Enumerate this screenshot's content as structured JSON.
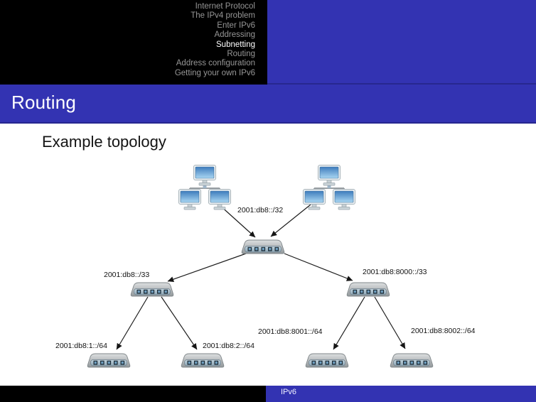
{
  "colors": {
    "accent_blue": "#3333b2",
    "header_black": "#000000",
    "nav_dim_gray": "#969696",
    "nav_active_white": "#ffffff"
  },
  "header": {
    "nav": [
      "Internet Protocol",
      "The IPv4 problem",
      "Enter IPv6",
      "Addressing",
      "Subnetting",
      "Routing",
      "Address configuration",
      "Getting your own IPv6"
    ],
    "active_item": "Subnetting"
  },
  "titlebar": {
    "title": "Routing"
  },
  "slide": {
    "heading": "Example topology",
    "labels": {
      "core": "2001:db8::/32",
      "left_branch": "2001:db8::/33",
      "right_branch": "2001:db8:8000::/33",
      "leaf1": "2001:db8:1::/64",
      "leaf2": "2001:db8:2::/64",
      "leaf3": "2001:db8:8001::/64",
      "leaf4": "2001:db8:8002::/64"
    },
    "topology": {
      "nodes": [
        {
          "id": "lan-cluster-left",
          "type": "computer-cluster"
        },
        {
          "id": "lan-cluster-right",
          "type": "computer-cluster"
        },
        {
          "id": "core-router",
          "type": "router"
        },
        {
          "id": "left-router",
          "type": "router"
        },
        {
          "id": "right-router",
          "type": "router"
        },
        {
          "id": "leaf-router-1",
          "type": "router"
        },
        {
          "id": "leaf-router-2",
          "type": "router"
        },
        {
          "id": "leaf-router-3",
          "type": "router"
        },
        {
          "id": "leaf-router-4",
          "type": "router"
        }
      ],
      "edges": [
        [
          "lan-cluster-left",
          "core-router"
        ],
        [
          "lan-cluster-right",
          "core-router"
        ],
        [
          "core-router",
          "left-router"
        ],
        [
          "core-router",
          "right-router"
        ],
        [
          "left-router",
          "leaf-router-1"
        ],
        [
          "left-router",
          "leaf-router-2"
        ],
        [
          "right-router",
          "leaf-router-3"
        ],
        [
          "right-router",
          "leaf-router-4"
        ]
      ]
    }
  },
  "footer": {
    "label": "IPv6"
  }
}
